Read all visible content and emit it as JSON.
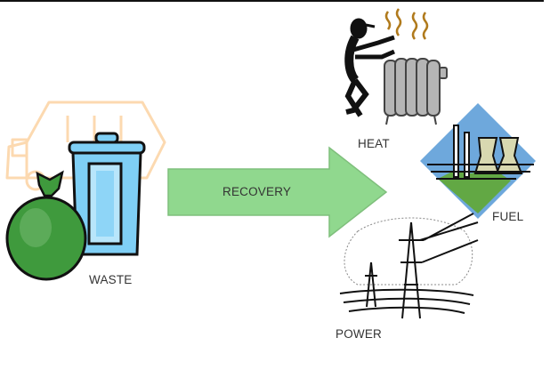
{
  "diagram": {
    "source": {
      "label": "WASTE"
    },
    "process": {
      "label": "RECOVERY"
    },
    "outputs": [
      {
        "label": "HEAT"
      },
      {
        "label": "FUEL"
      },
      {
        "label": "POWER"
      }
    ]
  },
  "colors": {
    "arrow_fill": "#90d88e",
    "arrow_stroke": "#7fbf7c",
    "bag_green": "#3f9a3d",
    "bin_blue": "#7fcff5",
    "truck_outline": "#fcd9b0",
    "sky_blue": "#6ea8dc",
    "ground_green": "#62a844",
    "radiator_gray": "#b5b5b5",
    "steam_brown": "#b07a1c"
  }
}
